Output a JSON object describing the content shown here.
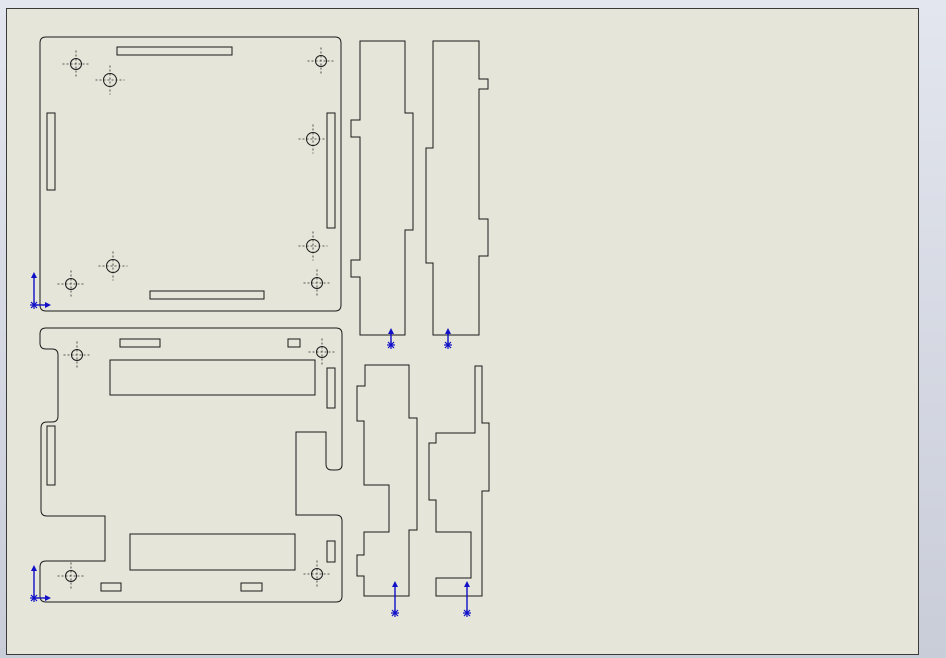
{
  "colors": {
    "viewport_top": "#e3e6ee",
    "viewport_bottom": "#c9cdd8",
    "sheet_fill": "#e6e5da",
    "sheet_border": "#3a3a3a",
    "geometry_line": "#1a1a1a",
    "centerline": "#2a2a2a",
    "origin_marker": "#1010c8"
  },
  "icons": {
    "origin": "coordinate-origin-icon",
    "hole": "hole-centermark-icon"
  },
  "parts": [
    "base-plate",
    "lower-plate",
    "side-panel-1",
    "side-panel-2",
    "side-panel-3",
    "side-panel-4"
  ]
}
